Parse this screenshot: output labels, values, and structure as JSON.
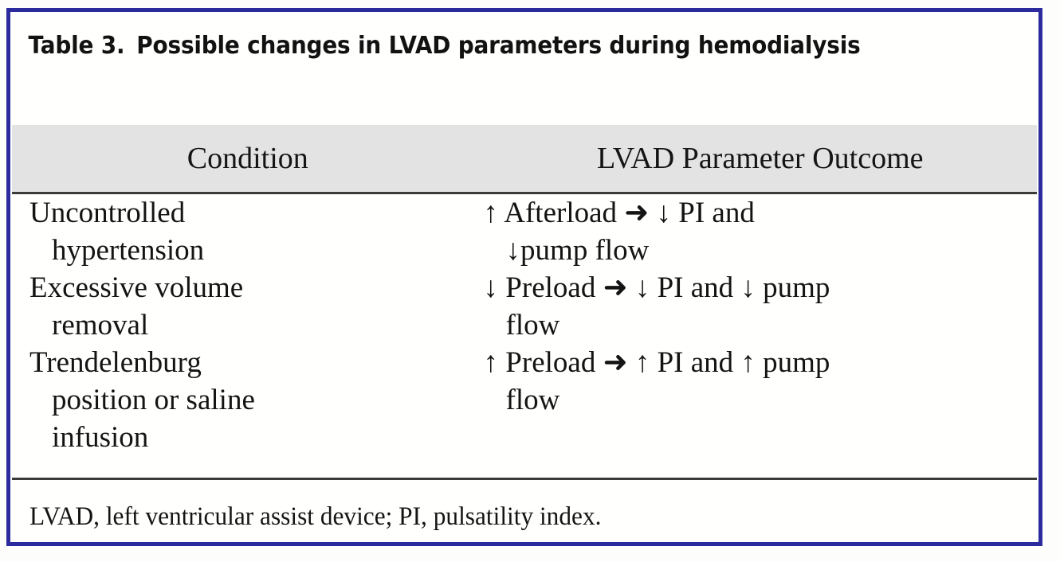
{
  "table": {
    "caption_number": "Table 3.",
    "caption_text": "Possible changes in LVAD parameters during hemodialysis",
    "columns": {
      "condition": "Condition",
      "outcome": "LVAD Parameter Outcome"
    },
    "rows": [
      {
        "condition_lines": [
          "Uncontrolled",
          "hypertension"
        ],
        "outcome_lines": [
          "↑ Afterload ➜ ↓ PI and",
          "↓pump flow"
        ]
      },
      {
        "condition_lines": [
          "Excessive volume",
          "removal"
        ],
        "outcome_lines": [
          "↓ Preload ➜ ↓ PI and ↓ pump",
          "flow"
        ]
      },
      {
        "condition_lines": [
          "Trendelenburg",
          "position or saline",
          "infusion"
        ],
        "outcome_lines": [
          "↑ Preload ➜ ↑ PI and ↑ pump",
          "flow"
        ]
      }
    ],
    "footnote": "LVAD, left ventricular assist device; PI, pulsatility index.",
    "colors": {
      "frame_border": "#2b2b9e",
      "header_background": "#e3e3e3",
      "rule": "#3a3a3a",
      "text": "#141414",
      "page_background": "#fdfdfb"
    }
  }
}
